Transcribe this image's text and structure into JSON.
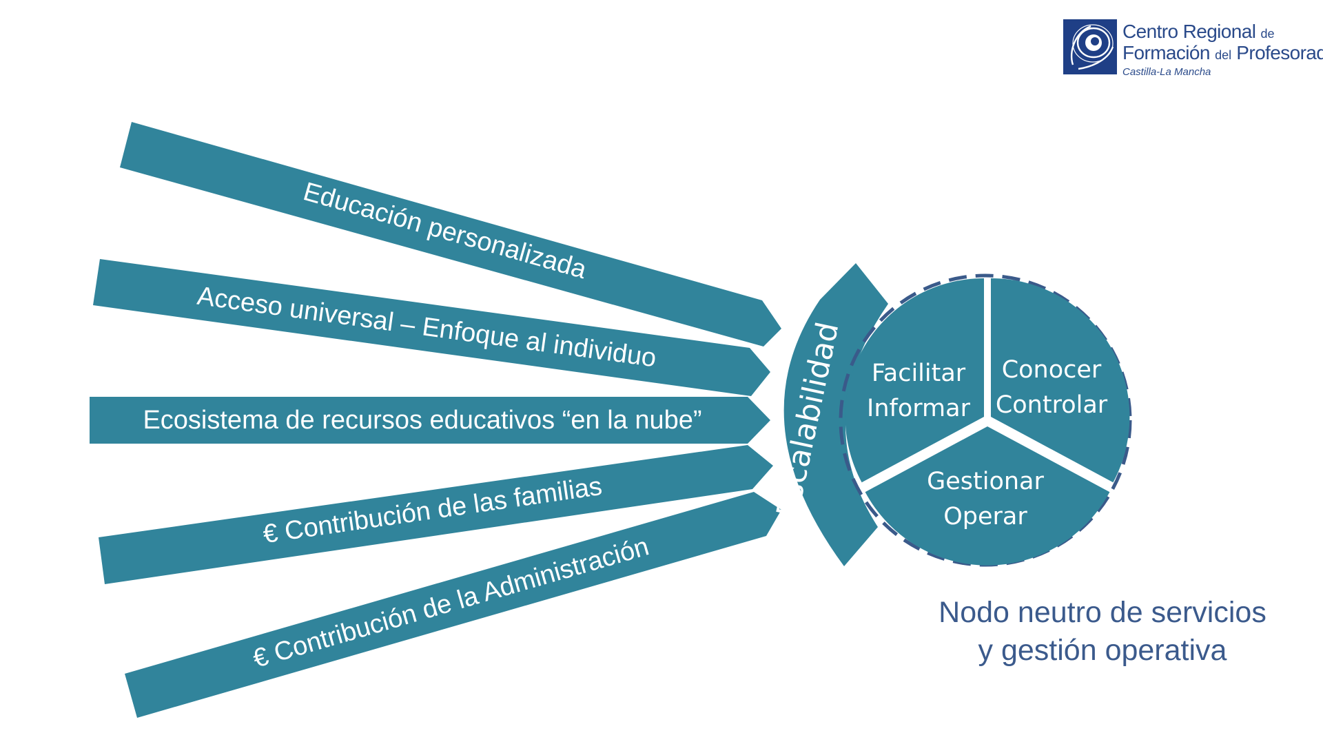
{
  "logo": {
    "line1_main": "Centro Regional",
    "line1_small": "de",
    "line2_main": "Formación",
    "line2_small": "del",
    "line2_end": "Profesorado",
    "line3": "Castilla-La Mancha",
    "icon": "crfp-logo-icon"
  },
  "arrows": [
    {
      "label": "Educación personalizada"
    },
    {
      "label": "Acceso universal – Enfoque al individuo"
    },
    {
      "label": "Ecosistema de recursos educativos “en la nube”"
    },
    {
      "label": "€ Contribución de las familias"
    },
    {
      "label": "€ Contribución de la Administración"
    }
  ],
  "scalability_label": "Escalabilidad",
  "segments": [
    {
      "line1": "Facilitar",
      "line2": "Informar"
    },
    {
      "line1": "Conocer",
      "line2": "Controlar"
    },
    {
      "line1": "Gestionar",
      "line2": "Operar"
    }
  ],
  "caption": {
    "line1": "Nodo neutro de servicios",
    "line2": "y gestión operativa"
  },
  "colors": {
    "teal": "#31849b",
    "dash": "#3a5a8a",
    "text": "#3b5a8c",
    "logo": "#2a4a8a"
  }
}
